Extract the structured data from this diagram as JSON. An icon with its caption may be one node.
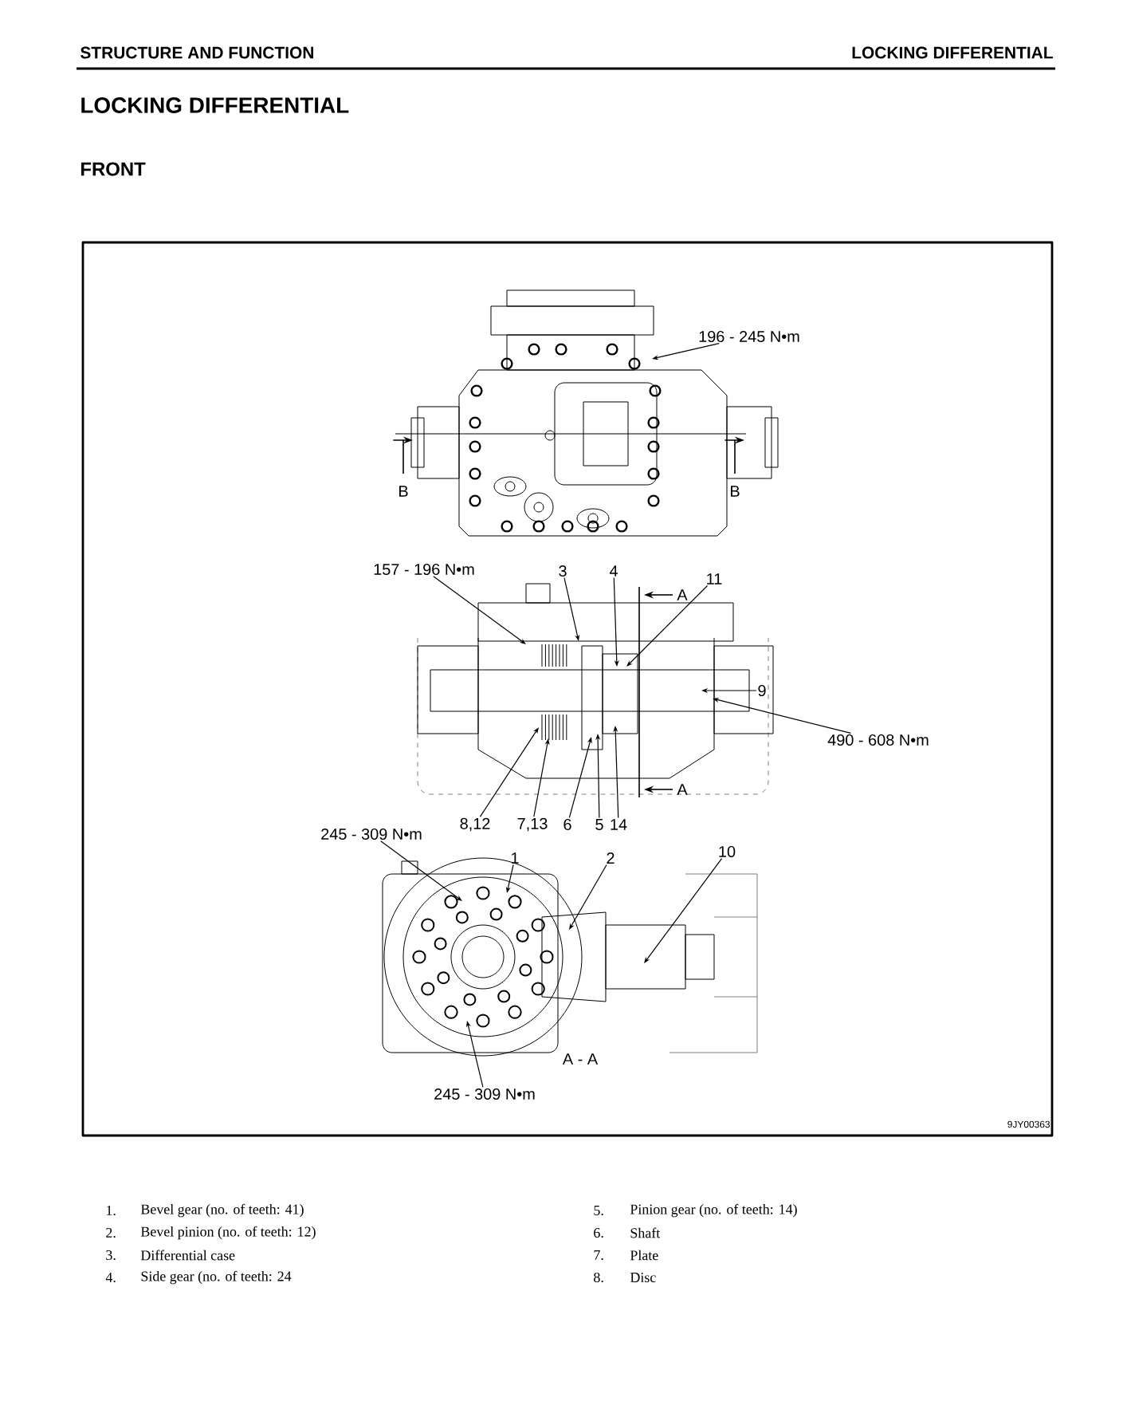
{
  "diagram": {
    "title": "LOCKING DIFFERENTIAL",
    "nodes": [
      {
        "text": [
          "196 - 245 N•m"
        ]
      },
      {
        "text": [
          "157 - 196 N•m"
        ]
      },
      {
        "text": [
          "3"
        ]
      },
      {
        "text": [
          "4"
        ]
      },
      {
        "text": [
          "11"
        ]
      },
      {
        "text": [
          "9"
        ]
      },
      {
        "text": [
          "490 - 608 N•m"
        ]
      },
      {
        "text": [
          "8,12"
        ]
      },
      {
        "text": [
          "7,13"
        ]
      },
      {
        "text": [
          "6"
        ]
      },
      {
        "text": [
          "5"
        ]
      },
      {
        "text": [
          "14"
        ]
      },
      {
        "text": [
          "245 - 309 N•m"
        ]
      },
      {
        "text": [
          "1"
        ]
      },
      {
        "text": [
          "2"
        ]
      },
      {
        "text": [
          "10"
        ]
      },
      {
        "text": [
          "245 - 309 N•m"
        ]
      }
    ],
    "edges": [
      {
        "from": 0,
        "to": null,
        "arrow": "to"
      },
      {
        "from": 1,
        "to": null,
        "arrow": "to"
      },
      {
        "from": 2,
        "to": null,
        "arrow": "to"
      },
      {
        "from": 3,
        "to": null,
        "arrow": "to"
      },
      {
        "from": 4,
        "to": null,
        "arrow": "to"
      },
      {
        "from": 5,
        "to": null,
        "arrow": "to"
      },
      {
        "from": 6,
        "to": null,
        "arrow": "to"
      },
      {
        "from": 7,
        "to": null,
        "arrow": "to"
      },
      {
        "from": 8,
        "to": null,
        "arrow": "to"
      },
      {
        "from": 9,
        "to": null,
        "arrow": "to"
      },
      {
        "from": 10,
        "to": null,
        "arrow": "to"
      },
      {
        "from": 11,
        "to": null,
        "arrow": "to"
      },
      {
        "from": 12,
        "to": null,
        "arrow": "to"
      },
      {
        "from": 13,
        "to": null,
        "arrow": "to"
      },
      {
        "from": 14,
        "to": null,
        "arrow": "to"
      },
      {
        "from": 15,
        "to": null,
        "arrow": "to"
      },
      {
        "from": 16,
        "to": null,
        "arrow": "to"
      }
    ],
    "labels": [
      "STRUCTURE AND FUNCTION",
      "LOCKING DIFFERENTIAL",
      "FRONT",
      "B",
      "B",
      "A",
      "A",
      "A - A",
      "9JY00363",
      "1.",
      "Bevel gear (no. of teeth: 41)",
      "5.",
      "Pinion gear (no. of teeth: 14)",
      "2.",
      "Bevel pinion (no. of teeth: 12)",
      "6.",
      "Shaft",
      "3.",
      "Differential case",
      "7.",
      "Plate",
      "4.",
      "Side gear (no. of teeth: 24",
      "8.",
      "Disc"
    ]
  }
}
